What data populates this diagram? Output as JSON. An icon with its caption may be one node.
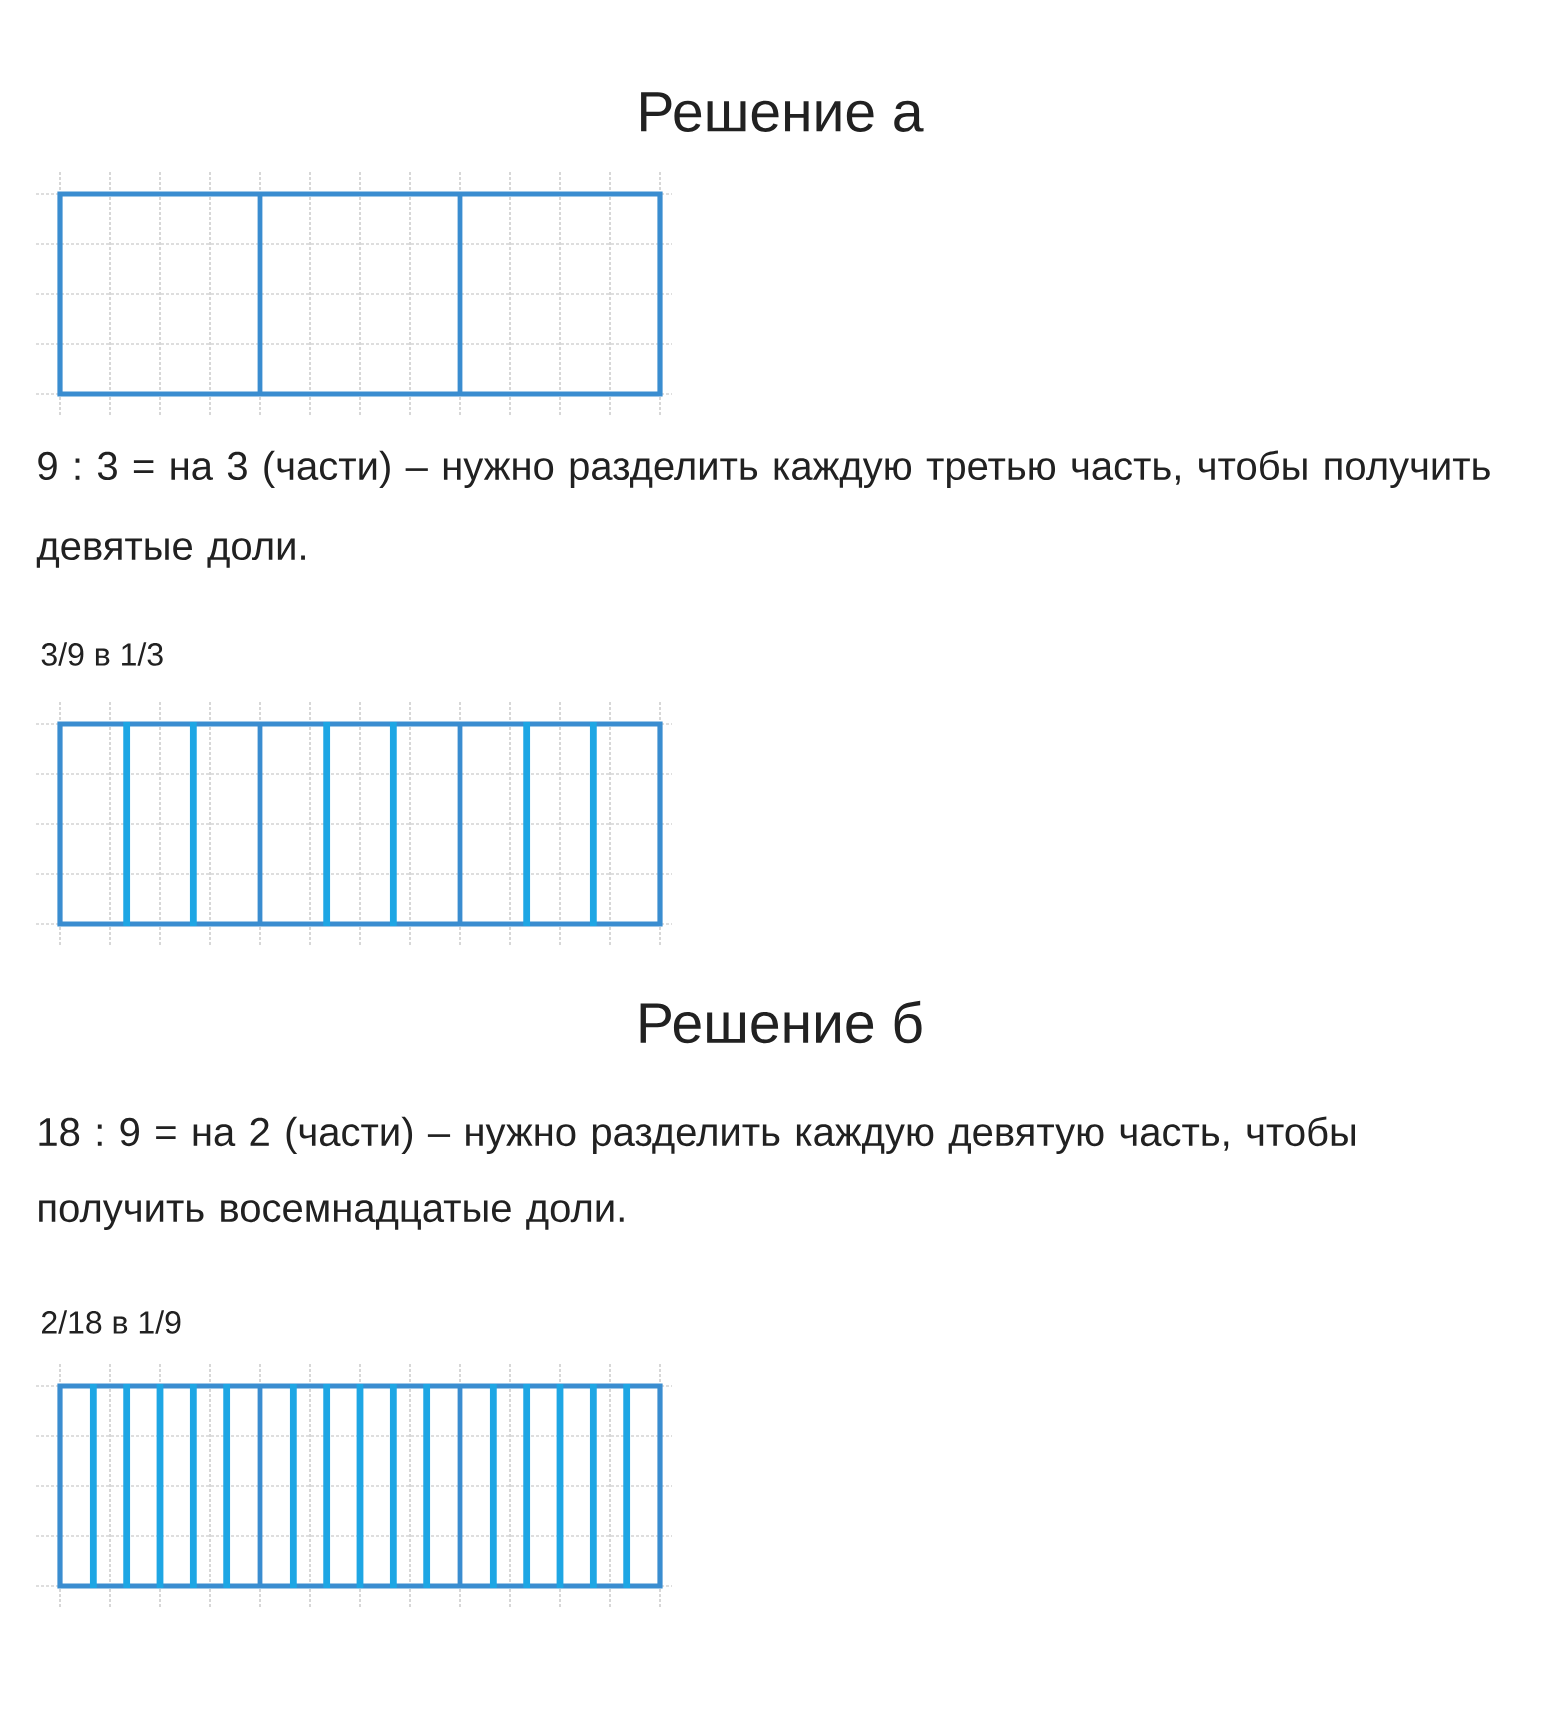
{
  "diagram": {
    "labels": [
      "Решение а",
      "9 : 3 = на 3 (части) – нужно разделить каждую третью часть, чтобы получить девятые доли.",
      "3/9 в 1/3",
      "Решение б",
      "18 : 9 = на 2 (части) – нужно разделить каждую девятую часть, чтобы получить восемнадцатые доли.",
      "2/18 в 1/9"
    ]
  }
}
